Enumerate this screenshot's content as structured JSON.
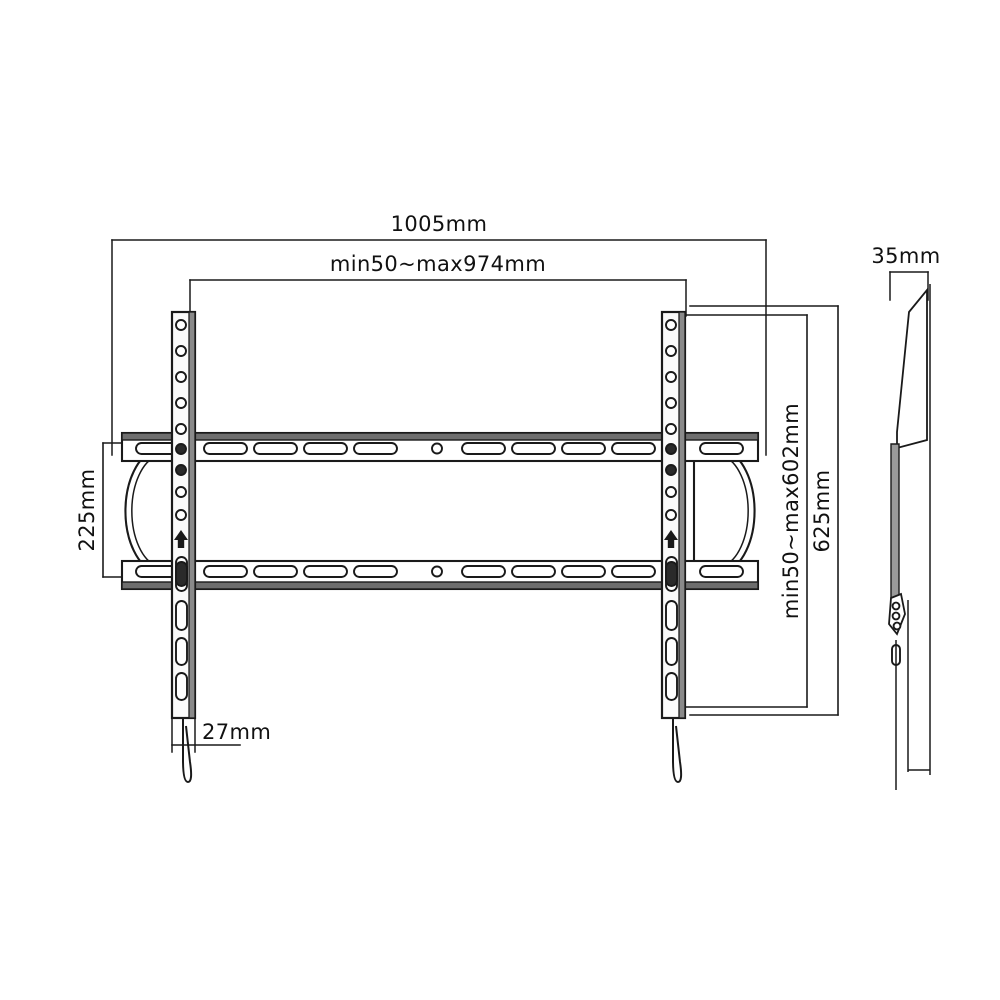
{
  "drawing": {
    "title": "TV Wall Mount Bracket Technical Drawing",
    "units": "mm",
    "line_color": "#1a1a1a",
    "background_color": "#ffffff",
    "views": {
      "front": "front-view",
      "side": "side-profile-view"
    }
  },
  "dimensions": {
    "overall_width": {
      "label": "1005mm",
      "value": 1005,
      "orientation": "horizontal",
      "position": "top-outer"
    },
    "mount_width_range": {
      "label": "min50~max974mm",
      "min": 50,
      "max": 974,
      "orientation": "horizontal",
      "position": "top-inner"
    },
    "overall_height": {
      "label": "625mm",
      "value": 625,
      "orientation": "vertical",
      "position": "right-outer"
    },
    "mount_height_range": {
      "label": "min50~max602mm",
      "min": 50,
      "max": 602,
      "orientation": "vertical",
      "position": "right-inner"
    },
    "body_height": {
      "label": "225mm",
      "value": 225,
      "orientation": "vertical",
      "position": "left"
    },
    "strut_width": {
      "label": "27mm",
      "value": 27,
      "orientation": "horizontal",
      "position": "bottom-left"
    },
    "depth": {
      "label": "35mm",
      "value": 35,
      "orientation": "horizontal",
      "position": "top-right-side-view"
    }
  },
  "components": {
    "top_rail": "top-horizontal-rail",
    "bottom_rail": "bottom-horizontal-rail",
    "left_strut": "left-vertical-strut",
    "right_strut": "right-vertical-strut",
    "left_end_cap": "left-rounded-end-cap",
    "right_end_cap": "right-rounded-end-cap",
    "left_hook": "left-release-cord-hook",
    "right_hook": "right-release-cord-hook",
    "side_profile": "side-profile-plate",
    "up_arrow_marker": "orientation-up-arrow"
  }
}
